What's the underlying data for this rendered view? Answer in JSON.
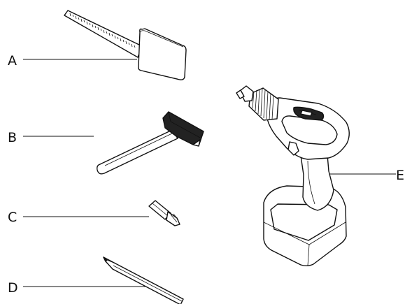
{
  "labels": {
    "a": "A",
    "b": "B",
    "c": "C",
    "d": "D",
    "e": "E"
  },
  "colors": {
    "ink": "#111111",
    "paper": "#ffffff",
    "shade": "#222222"
  }
}
